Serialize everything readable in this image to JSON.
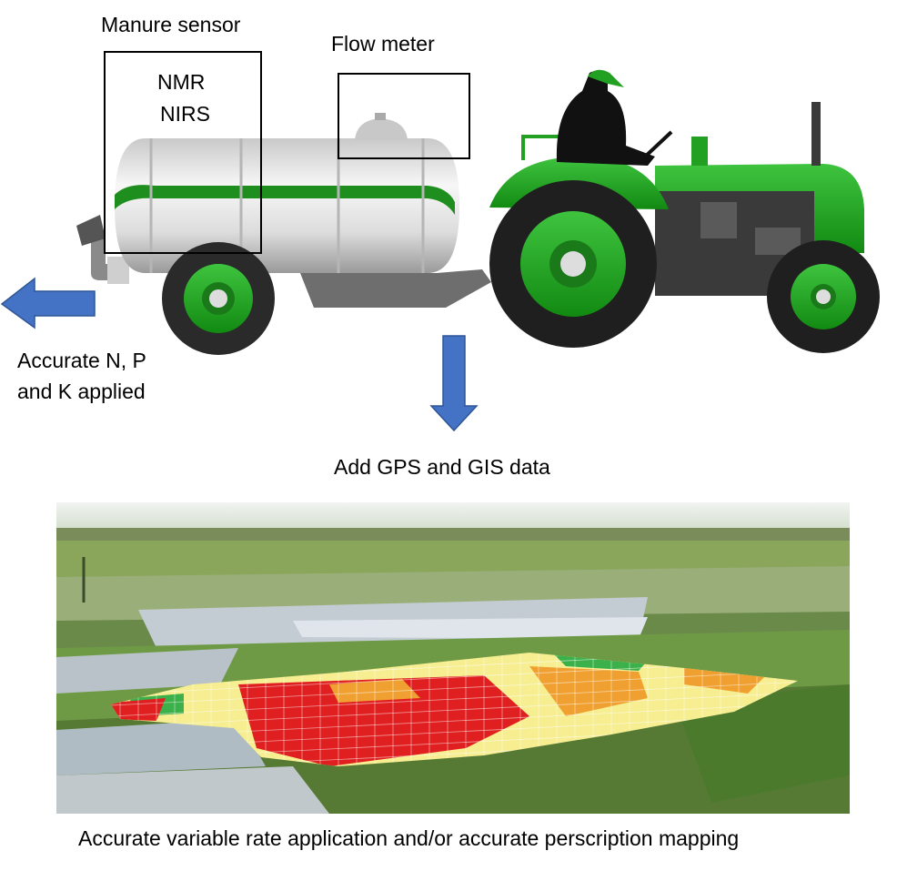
{
  "labels": {
    "manure_sensor": "Manure sensor",
    "nmr": "NMR",
    "nirs": "NIRS",
    "flow_meter": "Flow meter",
    "applied_line1": "Accurate N, P",
    "applied_line2": "and K applied",
    "gps_gis": "Add GPS and GIS data",
    "caption": "Accurate variable rate application and/or accurate perscription mapping"
  },
  "colors": {
    "arrow_blue": "#4472c4",
    "tractor_green": "#22a022",
    "tank_silver": "#d9d9d9",
    "map_red": "#e02020",
    "map_orange": "#f0a030",
    "map_yellow": "#f6ee90",
    "map_green": "#3cb04a"
  }
}
